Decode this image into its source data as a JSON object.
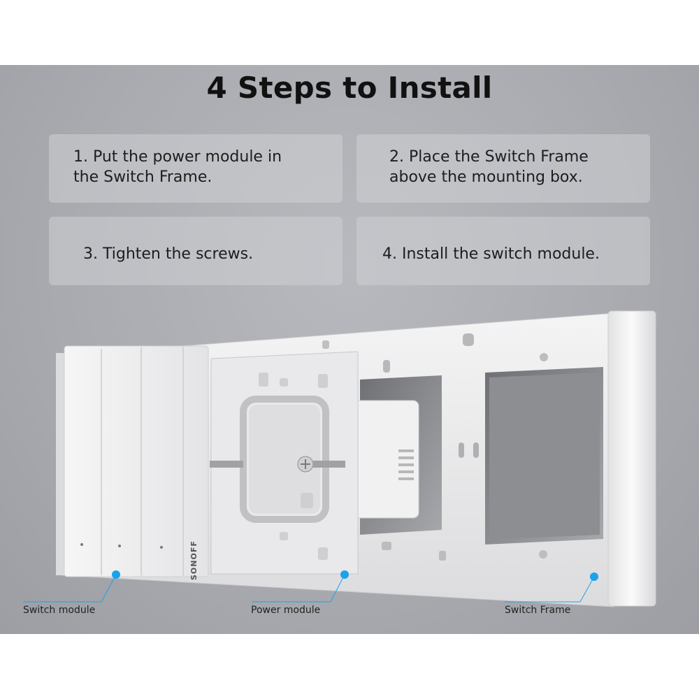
{
  "title": "4 Steps to Install",
  "steps": [
    {
      "line1": "1. Put the power module in",
      "line2": "the Switch Frame."
    },
    {
      "line1": "2. Place the Switch Frame",
      "line2": "above the mounting box."
    },
    {
      "line1": "3. Tighten the screws.",
      "line2": ""
    },
    {
      "line1": "4. Install the switch module.",
      "line2": ""
    }
  ],
  "callouts": {
    "switch_module": "Switch module",
    "power_module": "Power module",
    "switch_frame": "Switch Frame"
  },
  "brand": "SONOFF",
  "colors": {
    "marker": "#1aa3ea",
    "background": "#a9abb0",
    "frame": "#ededee"
  }
}
